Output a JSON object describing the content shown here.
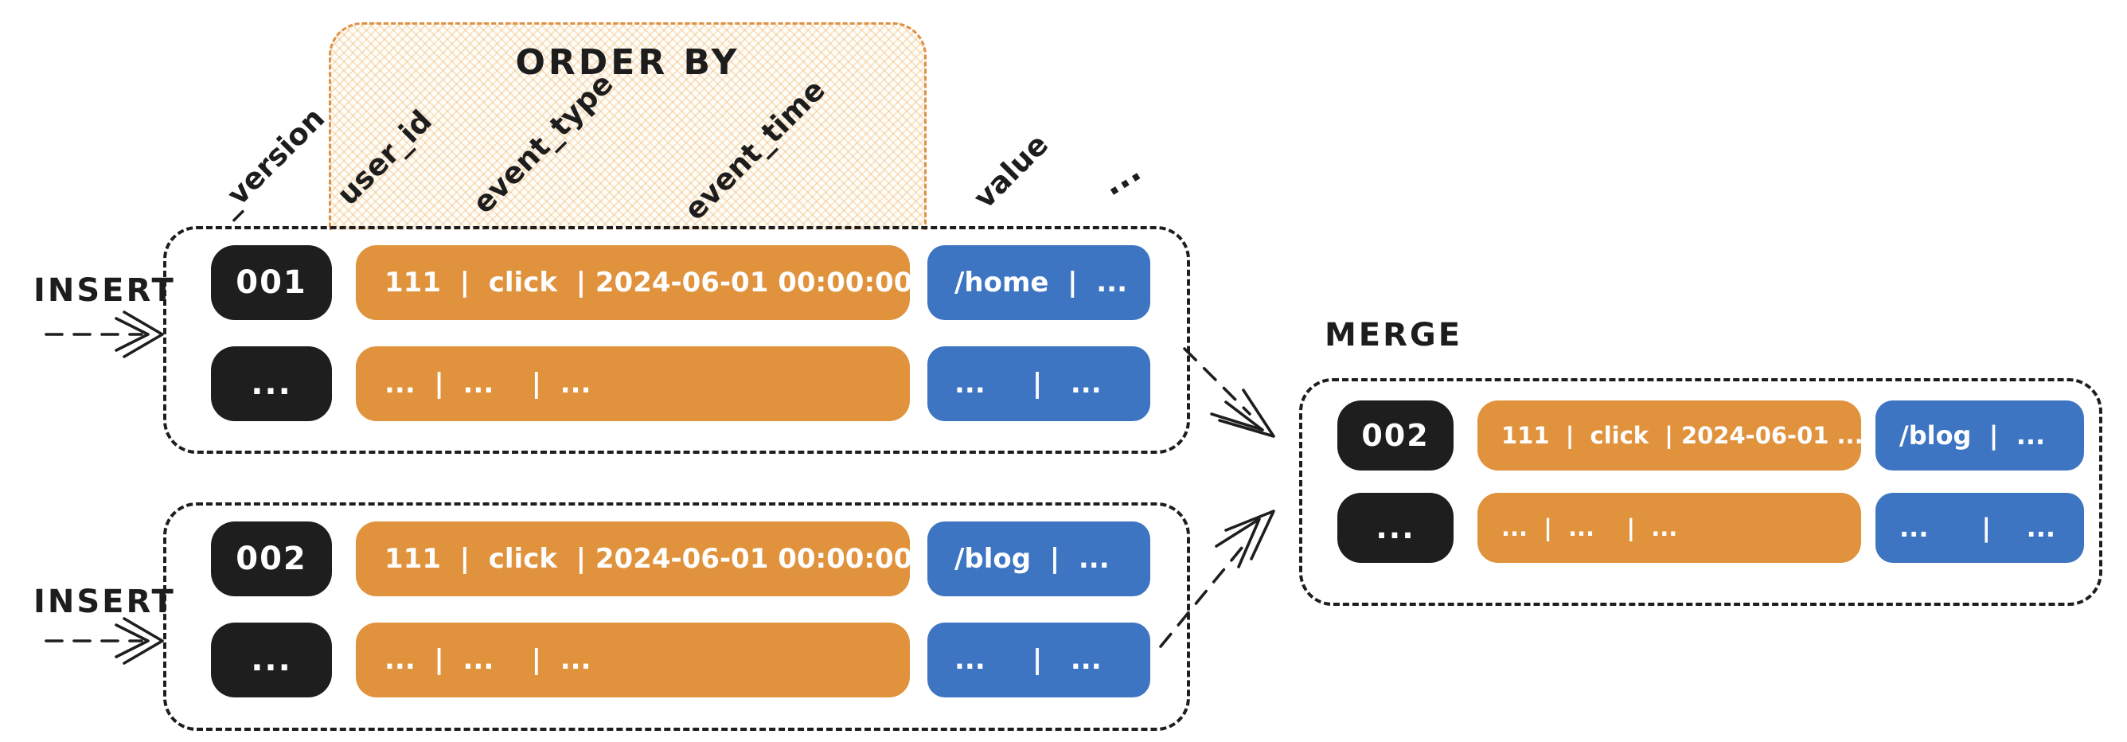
{
  "labels": {
    "order_by_title": "ORDER BY",
    "insert_top": "INSERT",
    "insert_bottom": "INSERT",
    "merge": "MERGE"
  },
  "columns": {
    "version": "_version",
    "order_by": [
      "user_id",
      "event_type",
      "event_time"
    ],
    "value": "value",
    "more": "..."
  },
  "colors": {
    "orange": "#E0923C",
    "blue": "#3D75C2",
    "black_pill": "#1E1E1E",
    "order_by_border": "#DD9145",
    "ink": "#1F1F1F"
  },
  "parts": {
    "insert1": {
      "rows": [
        {
          "version": "001",
          "key": "111  |  click  | 2024-06-01 00:00:00",
          "value": "/home  |  ..."
        },
        {
          "version": "...",
          "key": "...  |  ...    |  ...",
          "value": "...     |   ..."
        }
      ]
    },
    "insert2": {
      "rows": [
        {
          "version": "002",
          "key": "111  |  click  | 2024-06-01 00:00:00",
          "value": "/blog  |  ..."
        },
        {
          "version": "...",
          "key": "...  |  ...    |  ...",
          "value": "...     |   ..."
        }
      ]
    },
    "merge": {
      "rows": [
        {
          "version": "002",
          "key": "111  |  click  | 2024-06-01 ...",
          "value": "/blog  |  ..."
        },
        {
          "version": "...",
          "key": "...  |  ...    |  ...",
          "value": "...      |    ..."
        }
      ]
    }
  }
}
